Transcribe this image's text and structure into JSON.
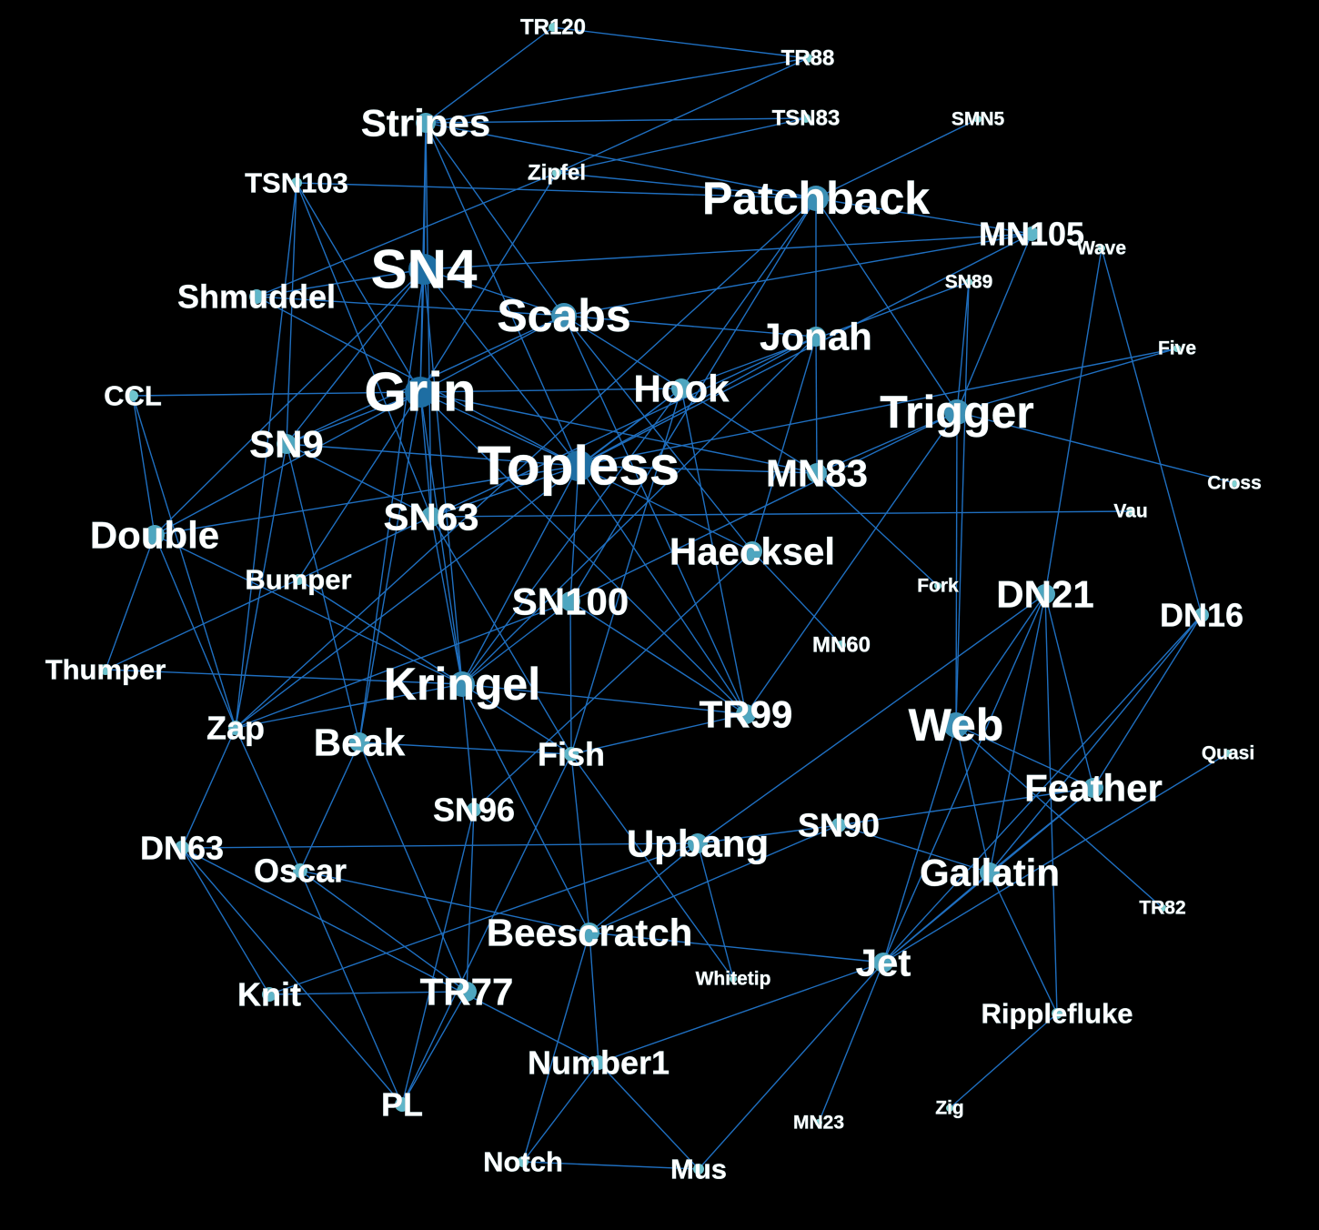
{
  "network": {
    "nodes": [
      {
        "id": "TR120",
        "label": "TR120",
        "size": "xs"
      },
      {
        "id": "TR88",
        "label": "TR88",
        "size": "xs"
      },
      {
        "id": "Stripes",
        "label": "Stripes",
        "size": "l"
      },
      {
        "id": "TSN83",
        "label": "TSN83",
        "size": "xs"
      },
      {
        "id": "SMN5",
        "label": "SMN5",
        "size": "xxs"
      },
      {
        "id": "Zipfel",
        "label": "Zipfel",
        "size": "xs"
      },
      {
        "id": "TSN103",
        "label": "TSN103",
        "size": "s"
      },
      {
        "id": "Patchback",
        "label": "Patchback",
        "size": "xl"
      },
      {
        "id": "MN105",
        "label": "MN105",
        "size": "m"
      },
      {
        "id": "Wave",
        "label": "Wave",
        "size": "xxs"
      },
      {
        "id": "SN4",
        "label": "SN4",
        "size": "xxl"
      },
      {
        "id": "Shmuddel",
        "label": "Shmuddel",
        "size": "m"
      },
      {
        "id": "SN89",
        "label": "SN89",
        "size": "xxs"
      },
      {
        "id": "Scabs",
        "label": "Scabs",
        "size": "xl"
      },
      {
        "id": "Jonah",
        "label": "Jonah",
        "size": "l"
      },
      {
        "id": "Five",
        "label": "Five",
        "size": "xxs"
      },
      {
        "id": "CCL",
        "label": "CCL",
        "size": "s"
      },
      {
        "id": "Grin",
        "label": "Grin",
        "size": "xxl"
      },
      {
        "id": "Hook",
        "label": "Hook",
        "size": "l"
      },
      {
        "id": "Trigger",
        "label": "Trigger",
        "size": "xl"
      },
      {
        "id": "SN9",
        "label": "SN9",
        "size": "l"
      },
      {
        "id": "Topless",
        "label": "Topless",
        "size": "xxl"
      },
      {
        "id": "MN83",
        "label": "MN83",
        "size": "l"
      },
      {
        "id": "Cross",
        "label": "Cross",
        "size": "xxs"
      },
      {
        "id": "Double",
        "label": "Double",
        "size": "l"
      },
      {
        "id": "SN63",
        "label": "SN63",
        "size": "l"
      },
      {
        "id": "Vau",
        "label": "Vau",
        "size": "xxs"
      },
      {
        "id": "Haecksel",
        "label": "Haecksel",
        "size": "l"
      },
      {
        "id": "Bumper",
        "label": "Bumper",
        "size": "s"
      },
      {
        "id": "Fork",
        "label": "Fork",
        "size": "xxs"
      },
      {
        "id": "DN21",
        "label": "DN21",
        "size": "l"
      },
      {
        "id": "DN16",
        "label": "DN16",
        "size": "m"
      },
      {
        "id": "SN100",
        "label": "SN100",
        "size": "l"
      },
      {
        "id": "MN60",
        "label": "MN60",
        "size": "xs"
      },
      {
        "id": "Thumper",
        "label": "Thumper",
        "size": "s"
      },
      {
        "id": "Kringel",
        "label": "Kringel",
        "size": "xl"
      },
      {
        "id": "TR99",
        "label": "TR99",
        "size": "l"
      },
      {
        "id": "Web",
        "label": "Web",
        "size": "xl"
      },
      {
        "id": "Zap",
        "label": "Zap",
        "size": "m"
      },
      {
        "id": "Beak",
        "label": "Beak",
        "size": "l"
      },
      {
        "id": "Fish",
        "label": "Fish",
        "size": "m"
      },
      {
        "id": "Quasi",
        "label": "Quasi",
        "size": "xxs"
      },
      {
        "id": "Feather",
        "label": "Feather",
        "size": "l"
      },
      {
        "id": "SN96",
        "label": "SN96",
        "size": "m"
      },
      {
        "id": "Upbang",
        "label": "Upbang",
        "size": "l"
      },
      {
        "id": "SN90",
        "label": "SN90",
        "size": "m"
      },
      {
        "id": "DN63",
        "label": "DN63",
        "size": "m"
      },
      {
        "id": "Oscar",
        "label": "Oscar",
        "size": "m"
      },
      {
        "id": "Gallatin",
        "label": "Gallatin",
        "size": "l"
      },
      {
        "id": "TR82",
        "label": "TR82",
        "size": "xxs"
      },
      {
        "id": "Beescratch",
        "label": "Beescratch",
        "size": "l"
      },
      {
        "id": "Jet",
        "label": "Jet",
        "size": "l"
      },
      {
        "id": "Whitetip",
        "label": "Whitetip",
        "size": "xxs"
      },
      {
        "id": "Knit",
        "label": "Knit",
        "size": "m"
      },
      {
        "id": "TR77",
        "label": "TR77",
        "size": "l"
      },
      {
        "id": "Ripplefluke",
        "label": "Ripplefluke",
        "size": "s"
      },
      {
        "id": "Number1",
        "label": "Number1",
        "size": "m"
      },
      {
        "id": "PL",
        "label": "PL",
        "size": "m"
      },
      {
        "id": "Zig",
        "label": "Zig",
        "size": "xxs"
      },
      {
        "id": "MN23",
        "label": "MN23",
        "size": "xxs"
      },
      {
        "id": "Notch",
        "label": "Notch",
        "size": "s"
      },
      {
        "id": "Mus",
        "label": "Mus",
        "size": "s"
      }
    ],
    "edges": [
      [
        "TR120",
        "TR88"
      ],
      [
        "TR120",
        "Stripes"
      ],
      [
        "TR88",
        "Stripes"
      ],
      [
        "TR88",
        "Zipfel"
      ],
      [
        "Stripes",
        "TSN83"
      ],
      [
        "Stripes",
        "SN4"
      ],
      [
        "Stripes",
        "Grin"
      ],
      [
        "Stripes",
        "Scabs"
      ],
      [
        "Stripes",
        "Patchback"
      ],
      [
        "Stripes",
        "SN63"
      ],
      [
        "Stripes",
        "Topless"
      ],
      [
        "TSN83",
        "Zipfel"
      ],
      [
        "SMN5",
        "Patchback"
      ],
      [
        "Zipfel",
        "Patchback"
      ],
      [
        "Zipfel",
        "Shmuddel"
      ],
      [
        "Zipfel",
        "Grin"
      ],
      [
        "TSN103",
        "Patchback"
      ],
      [
        "TSN103",
        "SN9"
      ],
      [
        "TSN103",
        "Grin"
      ],
      [
        "TSN103",
        "SN63"
      ],
      [
        "TSN103",
        "Zap"
      ],
      [
        "Patchback",
        "Jonah"
      ],
      [
        "Patchback",
        "Trigger"
      ],
      [
        "Patchback",
        "Hook"
      ],
      [
        "Patchback",
        "MN105"
      ],
      [
        "Patchback",
        "Zap"
      ],
      [
        "Patchback",
        "SN100"
      ],
      [
        "MN105",
        "SN4"
      ],
      [
        "MN105",
        "Scabs"
      ],
      [
        "MN105",
        "Trigger"
      ],
      [
        "MN105",
        "Topless"
      ],
      [
        "Wave",
        "DN16"
      ],
      [
        "Wave",
        "DN21"
      ],
      [
        "SN4",
        "Grin"
      ],
      [
        "SN4",
        "Scabs"
      ],
      [
        "SN4",
        "Shmuddel"
      ],
      [
        "SN4",
        "SN9"
      ],
      [
        "SN4",
        "Kringel"
      ],
      [
        "SN4",
        "Topless"
      ],
      [
        "SN4",
        "Double"
      ],
      [
        "SN4",
        "Beak"
      ],
      [
        "Shmuddel",
        "Scabs"
      ],
      [
        "Shmuddel",
        "Topless"
      ],
      [
        "SN89",
        "Trigger"
      ],
      [
        "SN89",
        "Web"
      ],
      [
        "SN89",
        "Hook"
      ],
      [
        "Scabs",
        "Grin"
      ],
      [
        "Scabs",
        "SN9"
      ],
      [
        "Scabs",
        "Haecksel"
      ],
      [
        "Scabs",
        "TR99"
      ],
      [
        "Scabs",
        "Jonah"
      ],
      [
        "Scabs",
        "MN83"
      ],
      [
        "Jonah",
        "MN83"
      ],
      [
        "Jonah",
        "Kringel"
      ],
      [
        "Jonah",
        "SN63"
      ],
      [
        "Jonah",
        "Topless"
      ],
      [
        "Jonah",
        "Haecksel"
      ],
      [
        "Five",
        "Trigger"
      ],
      [
        "Five",
        "Topless"
      ],
      [
        "CCL",
        "Grin"
      ],
      [
        "CCL",
        "Double"
      ],
      [
        "CCL",
        "Zap"
      ],
      [
        "Grin",
        "Hook"
      ],
      [
        "Grin",
        "SN9"
      ],
      [
        "Grin",
        "Topless"
      ],
      [
        "Grin",
        "SN63"
      ],
      [
        "Grin",
        "Kringel"
      ],
      [
        "Grin",
        "Beak"
      ],
      [
        "Grin",
        "MN83"
      ],
      [
        "Grin",
        "Double"
      ],
      [
        "Grin",
        "TR99"
      ],
      [
        "Grin",
        "Bumper"
      ],
      [
        "Hook",
        "Topless"
      ],
      [
        "Hook",
        "Kringel"
      ],
      [
        "Hook",
        "Zap"
      ],
      [
        "Hook",
        "Fish"
      ],
      [
        "Trigger",
        "MN83"
      ],
      [
        "Trigger",
        "Cross"
      ],
      [
        "Trigger",
        "Web"
      ],
      [
        "Trigger",
        "TR99"
      ],
      [
        "Trigger",
        "SN100"
      ],
      [
        "SN9",
        "SN63"
      ],
      [
        "SN9",
        "Topless"
      ],
      [
        "SN9",
        "Beak"
      ],
      [
        "SN9",
        "Zap"
      ],
      [
        "Topless",
        "Haecksel"
      ],
      [
        "Topless",
        "Kringel"
      ],
      [
        "Topless",
        "SN63"
      ],
      [
        "Topless",
        "TR99"
      ],
      [
        "Topless",
        "MN83"
      ],
      [
        "Topless",
        "SN100"
      ],
      [
        "MN83",
        "Fork"
      ],
      [
        "Double",
        "Topless"
      ],
      [
        "Double",
        "Thumper"
      ],
      [
        "Double",
        "Zap"
      ],
      [
        "Double",
        "Kringel"
      ],
      [
        "SN63",
        "Vau"
      ],
      [
        "SN63",
        "Kringel"
      ],
      [
        "SN63",
        "Fish"
      ],
      [
        "SN63",
        "Bumper"
      ],
      [
        "Haecksel",
        "MN60"
      ],
      [
        "Haecksel",
        "SN96"
      ],
      [
        "Bumper",
        "Thumper"
      ],
      [
        "Bumper",
        "Kringel"
      ],
      [
        "DN21",
        "Upbang"
      ],
      [
        "DN21",
        "Jet"
      ],
      [
        "DN21",
        "Gallatin"
      ],
      [
        "DN21",
        "Feather"
      ],
      [
        "DN21",
        "Web"
      ],
      [
        "DN21",
        "Ripplefluke"
      ],
      [
        "DN16",
        "Gallatin"
      ],
      [
        "DN16",
        "Feather"
      ],
      [
        "DN16",
        "Jet"
      ],
      [
        "SN100",
        "Zap"
      ],
      [
        "SN100",
        "Fish"
      ],
      [
        "SN100",
        "TR99"
      ],
      [
        "SN100",
        "Kringel"
      ],
      [
        "Thumper",
        "Kringel"
      ],
      [
        "Kringel",
        "TR99"
      ],
      [
        "Kringel",
        "SN96"
      ],
      [
        "Kringel",
        "Zap"
      ],
      [
        "Kringel",
        "Fish"
      ],
      [
        "Kringel",
        "Beescratch"
      ],
      [
        "TR99",
        "Fish"
      ],
      [
        "TR99",
        "Hook"
      ],
      [
        "Web",
        "Gallatin"
      ],
      [
        "Web",
        "Feather"
      ],
      [
        "Web",
        "Jet"
      ],
      [
        "Web",
        "TR82"
      ],
      [
        "Zap",
        "DN63"
      ],
      [
        "Zap",
        "Oscar"
      ],
      [
        "Beak",
        "Fish"
      ],
      [
        "Beak",
        "TR77"
      ],
      [
        "Beak",
        "Oscar"
      ],
      [
        "Fish",
        "Beescratch"
      ],
      [
        "Fish",
        "Whitetip"
      ],
      [
        "Fish",
        "PL"
      ],
      [
        "Quasi",
        "Jet"
      ],
      [
        "Feather",
        "Gallatin"
      ],
      [
        "Feather",
        "SN90"
      ],
      [
        "Feather",
        "Jet"
      ],
      [
        "SN96",
        "TR77"
      ],
      [
        "SN96",
        "PL"
      ],
      [
        "Upbang",
        "SN90"
      ],
      [
        "Upbang",
        "Beescratch"
      ],
      [
        "Upbang",
        "DN63"
      ],
      [
        "Upbang",
        "Knit"
      ],
      [
        "Upbang",
        "Whitetip"
      ],
      [
        "SN90",
        "Gallatin"
      ],
      [
        "SN90",
        "Beescratch"
      ],
      [
        "DN63",
        "Knit"
      ],
      [
        "DN63",
        "PL"
      ],
      [
        "DN63",
        "Number1"
      ],
      [
        "Oscar",
        "Beescratch"
      ],
      [
        "Oscar",
        "PL"
      ],
      [
        "Oscar",
        "TR77"
      ],
      [
        "Gallatin",
        "Jet"
      ],
      [
        "Gallatin",
        "Ripplefluke"
      ],
      [
        "Beescratch",
        "Jet"
      ],
      [
        "Beescratch",
        "Number1"
      ],
      [
        "Beescratch",
        "Notch"
      ],
      [
        "Jet",
        "Number1"
      ],
      [
        "Jet",
        "MN23"
      ],
      [
        "Jet",
        "Mus"
      ],
      [
        "Knit",
        "TR77"
      ],
      [
        "TR77",
        "PL"
      ],
      [
        "Ripplefluke",
        "Zig"
      ],
      [
        "Number1",
        "Notch"
      ],
      [
        "Number1",
        "Mus"
      ],
      [
        "Notch",
        "Mus"
      ]
    ]
  },
  "style": {
    "background": "#000000",
    "edge_color": "#1f6fc0",
    "label_color": "#ffffff",
    "node_colors": {
      "xxs": "#7fd3d3",
      "xs": "#79cfd2",
      "s": "#6fc6cf",
      "m": "#5fb6c9",
      "l": "#4ea6c0",
      "xl": "#3b8fb5",
      "xxl": "#1e6ea3"
    }
  }
}
